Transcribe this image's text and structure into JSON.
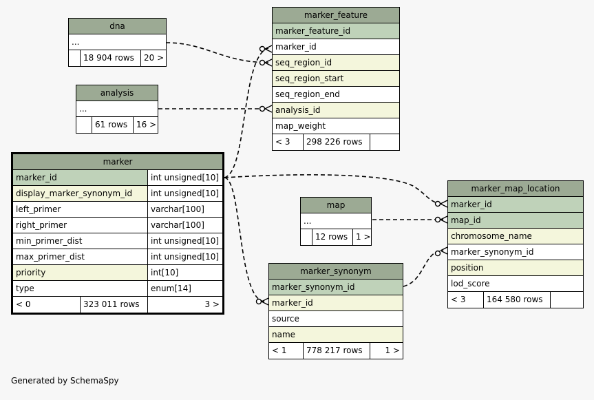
{
  "credit": "Generated by SchemaSpy",
  "tables": {
    "dna": {
      "title": "dna",
      "body": "...",
      "rows": "18 904 rows",
      "children": "20 >"
    },
    "analysis": {
      "title": "analysis",
      "body": "...",
      "rows": "61 rows",
      "children": "16 >"
    },
    "map": {
      "title": "map",
      "body": "...",
      "rows": "12 rows",
      "children": "1 >"
    },
    "marker_feature": {
      "title": "marker_feature",
      "columns": [
        "marker_feature_id",
        "marker_id",
        "seq_region_id",
        "seq_region_start",
        "seq_region_end",
        "analysis_id",
        "map_weight"
      ],
      "parents": "< 3",
      "rows": "298 226 rows",
      "children": ""
    },
    "marker": {
      "title": "marker",
      "columns": [
        {
          "name": "marker_id",
          "type": "int unsigned[10]"
        },
        {
          "name": "display_marker_synonym_id",
          "type": "int unsigned[10]"
        },
        {
          "name": "left_primer",
          "type": "varchar[100]"
        },
        {
          "name": "right_primer",
          "type": "varchar[100]"
        },
        {
          "name": "min_primer_dist",
          "type": "int unsigned[10]"
        },
        {
          "name": "max_primer_dist",
          "type": "int unsigned[10]"
        },
        {
          "name": "priority",
          "type": "int[10]"
        },
        {
          "name": "type",
          "type": "enum[14]"
        }
      ],
      "parents": "< 0",
      "rows": "323 011 rows",
      "children": "3 >"
    },
    "marker_synonym": {
      "title": "marker_synonym",
      "columns": [
        "marker_synonym_id",
        "marker_id",
        "source",
        "name"
      ],
      "parents": "< 1",
      "rows": "778 217 rows",
      "children": "1 >"
    },
    "marker_map_location": {
      "title": "marker_map_location",
      "columns": [
        "marker_id",
        "map_id",
        "chromosome_name",
        "marker_synonym_id",
        "position",
        "lod_score"
      ],
      "parents": "< 3",
      "rows": "164 580 rows",
      "children": ""
    }
  },
  "colors": {
    "header": "#9caa94",
    "primary_key": "#bfd2b9",
    "indexed": "#f4f6dc",
    "background": "#f7f7f7"
  }
}
